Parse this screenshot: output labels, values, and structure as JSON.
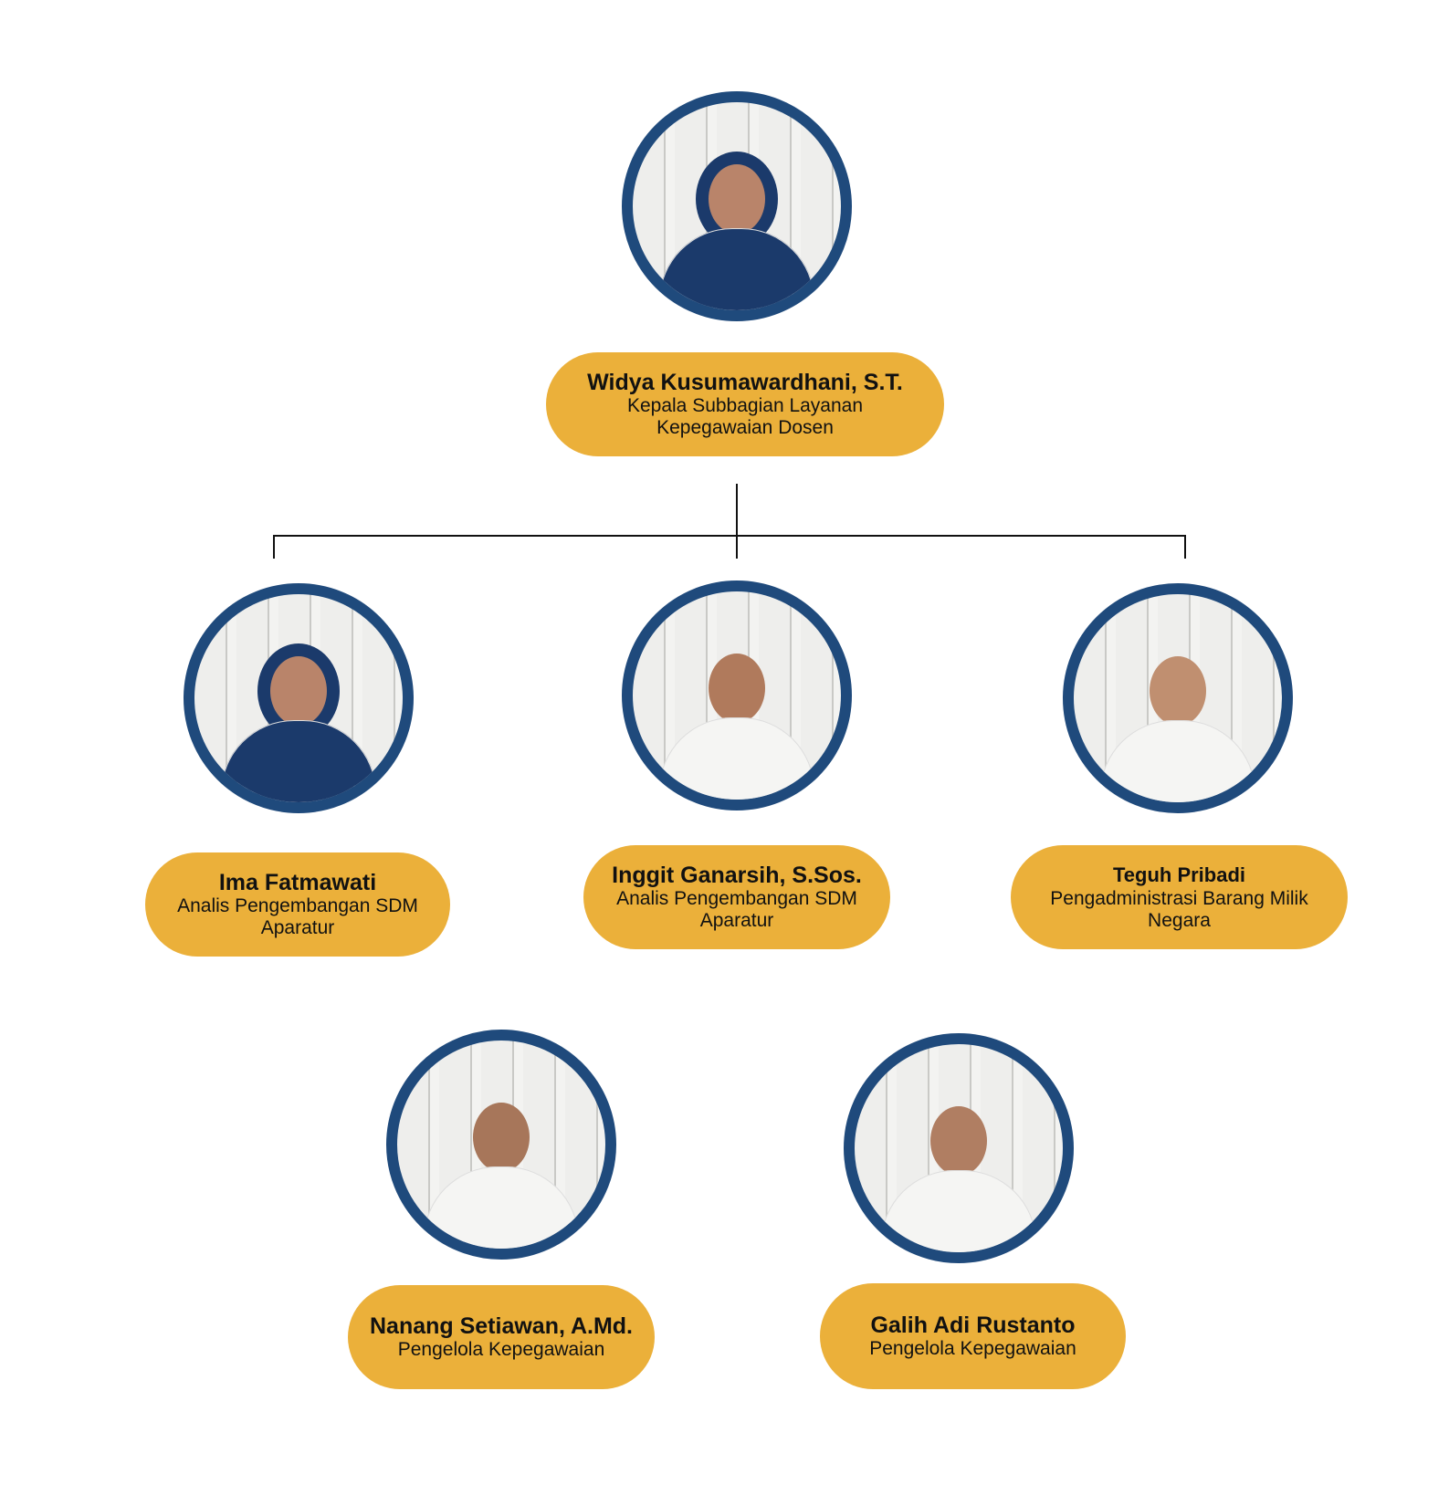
{
  "colors": {
    "pill": "#ebb03a",
    "ring": "#1f4a7c",
    "line": "#111111"
  },
  "head": {
    "name": "Widya Kusumawardhani, S.T.",
    "role_line1": "Kepala Subbagian Layanan",
    "role_line2": "Kepegawaian Dosen"
  },
  "staff": [
    {
      "name": "Ima Fatmawati",
      "role_line1": "Analis Pengembangan SDM",
      "role_line2": "Aparatur"
    },
    {
      "name": "Inggit Ganarsih, S.Sos.",
      "role_line1": "Analis Pengembangan SDM",
      "role_line2": "Aparatur"
    },
    {
      "name": "Teguh Pribadi",
      "role_line1": "Pengadministrasi Barang Milik",
      "role_line2": "Negara"
    },
    {
      "name": "Nanang Setiawan, A.Md.",
      "role_line1": "Pengelola Kepegawaian"
    },
    {
      "name": "Galih Adi Rustanto",
      "role_line1": "Pengelola Kepegawaian"
    }
  ]
}
